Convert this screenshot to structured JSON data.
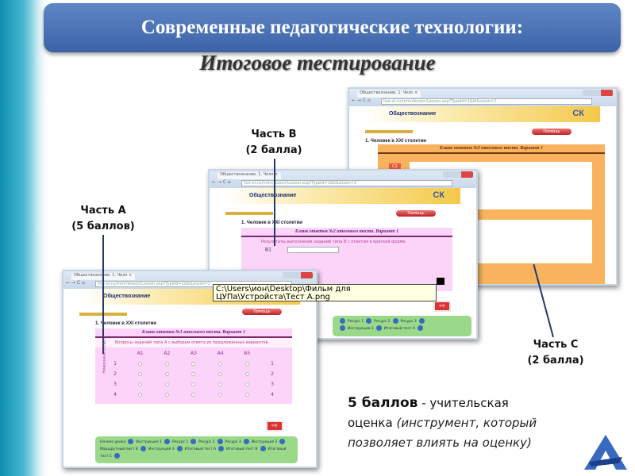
{
  "slide": {
    "title": "Современные педагогические технологии:",
    "subtitle": "Итоговое тестирование"
  },
  "browser": {
    "tab": "Обществознание. 1. Чело ×",
    "url": "live-xt.ru/mmr/lesson/Lesson.asp?TypeId=1&IdLesson=2",
    "nav": "← → C ⌂",
    "site_title": "Обществознание",
    "logo": "СК",
    "help_button": "Помощь",
    "question_title": "1. Человек в XXI столетии"
  },
  "part_c": {
    "label": "Часть С",
    "points": "(2 балла)",
    "form_header": "Бланк ответов №3 итогового теста. Вариант 1",
    "item": "С1"
  },
  "part_b": {
    "label": "Часть В",
    "points": "(2 балла)",
    "form_header": "Бланк ответов №2 итогового теста. Вариант 1",
    "instructions": "Результаты выполнения заданий типа В с ответом в краткой форме.",
    "item": "В1"
  },
  "part_a": {
    "label": "Часть А",
    "points": "(5 баллов)",
    "form_header": "Бланк ответов №1 итогового теста. Вариант 1",
    "instructions": "Вопросы заданий типа А с выбором ответа из предложенных вариантов.",
    "columns": [
      "А1",
      "А2",
      "А3",
      "А4",
      "А5"
    ],
    "rows": [
      "1",
      "2",
      "3",
      "4"
    ],
    "side_label": "Номер вашего ответа"
  },
  "nav_links": [
    "Начало урока",
    "Инструкция 1",
    "Ресурс 1",
    "Ресурс 2",
    "Ресурс 3",
    "Инструкция 2",
    "Маршрутный лист В",
    "Инструкция 3",
    "Итоговый тест А",
    "Итоговый тест В",
    "Итоговый тест С"
  ],
  "tooltip": "C:\\Users\\ион\\Desktop\\Фильм для ЦУПа\\Устройста\\Тест А.png",
  "summary": {
    "points": "5 баллов",
    "dash": " - учительская",
    "rest": "оценка",
    "note": "(инструмент, который позволяет влиять на оценку)"
  }
}
